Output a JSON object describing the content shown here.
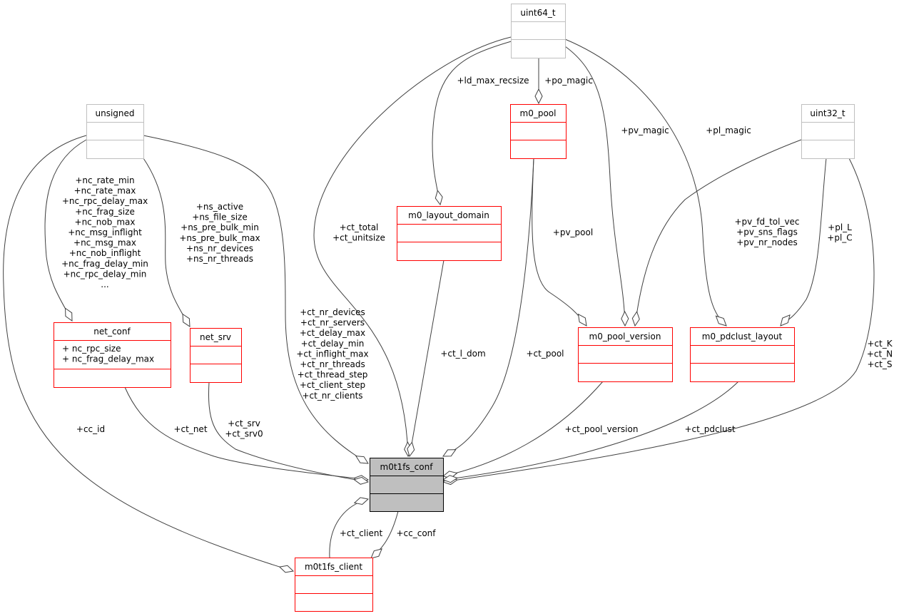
{
  "colors": {
    "external_type_border": "#bfbfbf",
    "struct_border": "#ff0000",
    "focus_fill": "#bfbfbf",
    "edge": "#404040"
  },
  "nodes": {
    "uint64_t": {
      "title": "uint64_t",
      "attributes": []
    },
    "unsigned": {
      "title": "unsigned",
      "attributes": []
    },
    "m0_pool": {
      "title": "m0_pool",
      "attributes": []
    },
    "uint32_t": {
      "title": "uint32_t",
      "attributes": []
    },
    "m0_layout_domain": {
      "title": "m0_layout_domain",
      "attributes": []
    },
    "net_conf": {
      "title": "net_conf",
      "attributes": [
        "+ nc_rpc_size",
        "+ nc_frag_delay_max"
      ]
    },
    "net_srv": {
      "title": "net_srv",
      "attributes": []
    },
    "m0_pool_version": {
      "title": "m0_pool_version",
      "attributes": []
    },
    "m0_pdclust_layout": {
      "title": "m0_pdclust_layout",
      "attributes": []
    },
    "m0t1fs_conf": {
      "title": "m0t1fs_conf",
      "attributes": []
    },
    "m0t1fs_client": {
      "title": "m0t1fs_client",
      "attributes": []
    }
  },
  "edges": [
    {
      "from": "uint64_t",
      "to": "m0t1fs_conf",
      "labels": [
        "+ct_total",
        "+ct_unitsize"
      ]
    },
    {
      "from": "uint64_t",
      "to": "m0_layout_domain",
      "labels": [
        "+ld_max_recsize"
      ]
    },
    {
      "from": "uint64_t",
      "to": "m0_pool",
      "labels": [
        "+po_magic"
      ]
    },
    {
      "from": "uint64_t",
      "to": "m0_pool_version",
      "labels": [
        "+pv_magic"
      ]
    },
    {
      "from": "uint64_t",
      "to": "m0_pdclust_layout",
      "labels": [
        "+pl_magic"
      ]
    },
    {
      "from": "unsigned",
      "to": "net_conf",
      "labels": [
        "+nc_rate_min",
        "+nc_rate_max",
        "+nc_rpc_delay_max",
        "+nc_frag_size",
        "+nc_nob_max",
        "+nc_msg_inflight",
        "+nc_msg_max",
        "+nc_nob_inflight",
        "+nc_frag_delay_min",
        "+nc_rpc_delay_min",
        "..."
      ]
    },
    {
      "from": "unsigned",
      "to": "net_srv",
      "labels": [
        "+ns_active",
        "+ns_file_size",
        "+ns_pre_bulk_min",
        "+ns_pre_bulk_max",
        "+ns_nr_devices",
        "+ns_nr_threads"
      ]
    },
    {
      "from": "unsigned",
      "to": "m0t1fs_conf",
      "labels": [
        "+ct_nr_devices",
        "+ct_nr_servers",
        "+ct_delay_max",
        "+ct_delay_min",
        "+ct_inflight_max",
        "+ct_nr_threads",
        "+ct_thread_step",
        "+ct_client_step",
        "+ct_nr_clients"
      ]
    },
    {
      "from": "unsigned",
      "to": "m0t1fs_client",
      "labels": [
        "+cc_id"
      ]
    },
    {
      "from": "m0_pool",
      "to": "m0t1fs_conf",
      "labels": [
        "+ct_pool"
      ]
    },
    {
      "from": "m0_pool",
      "to": "m0_pool_version",
      "labels": [
        "+pv_pool"
      ]
    },
    {
      "from": "uint32_t",
      "to": "m0_pool_version",
      "labels": [
        "+pv_fd_tol_vec",
        "+pv_sns_flags",
        "+pv_nr_nodes"
      ]
    },
    {
      "from": "uint32_t",
      "to": "m0_pdclust_layout",
      "labels": [
        "+pl_L",
        "+pl_C"
      ]
    },
    {
      "from": "uint32_t",
      "to": "m0t1fs_conf",
      "labels": [
        "+ct_K",
        "+ct_N",
        "+ct_S"
      ]
    },
    {
      "from": "m0_layout_domain",
      "to": "m0t1fs_conf",
      "labels": [
        "+ct_l_dom"
      ]
    },
    {
      "from": "m0_pool_version",
      "to": "m0t1fs_conf",
      "labels": [
        "+ct_pool_version"
      ]
    },
    {
      "from": "m0_pdclust_layout",
      "to": "m0t1fs_conf",
      "labels": [
        "+ct_pdclust"
      ]
    },
    {
      "from": "net_conf",
      "to": "m0t1fs_conf",
      "labels": [
        "+ct_net"
      ]
    },
    {
      "from": "net_srv",
      "to": "m0t1fs_conf",
      "labels": [
        "+ct_srv",
        "+ct_srv0"
      ]
    },
    {
      "from": "m0t1fs_client",
      "to": "m0t1fs_conf",
      "labels": [
        "+ct_client"
      ]
    },
    {
      "from": "m0t1fs_conf",
      "to": "m0t1fs_client",
      "labels": [
        "+cc_conf"
      ]
    }
  ]
}
